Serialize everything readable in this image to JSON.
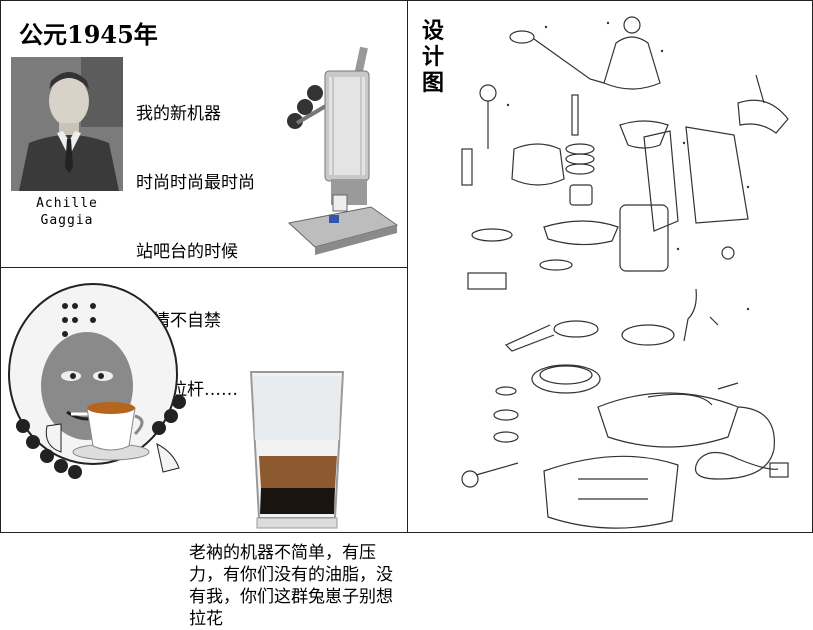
{
  "panel1": {
    "year": "公元1945年",
    "photo_caption_line1": "Achille",
    "photo_caption_line2": "Gaggia",
    "poem_lines": [
      "我的新机器",
      "时尚时尚最时尚",
      "站吧台的时候",
      "我情不自禁",
      "拉杆拉杆……"
    ]
  },
  "panel2": {
    "quote": "老衲的机器不简单，有压力，有你们没有的油脂，没有我，你们这群兔崽子别想拉花"
  },
  "panel3": {
    "title": "设计图"
  }
}
